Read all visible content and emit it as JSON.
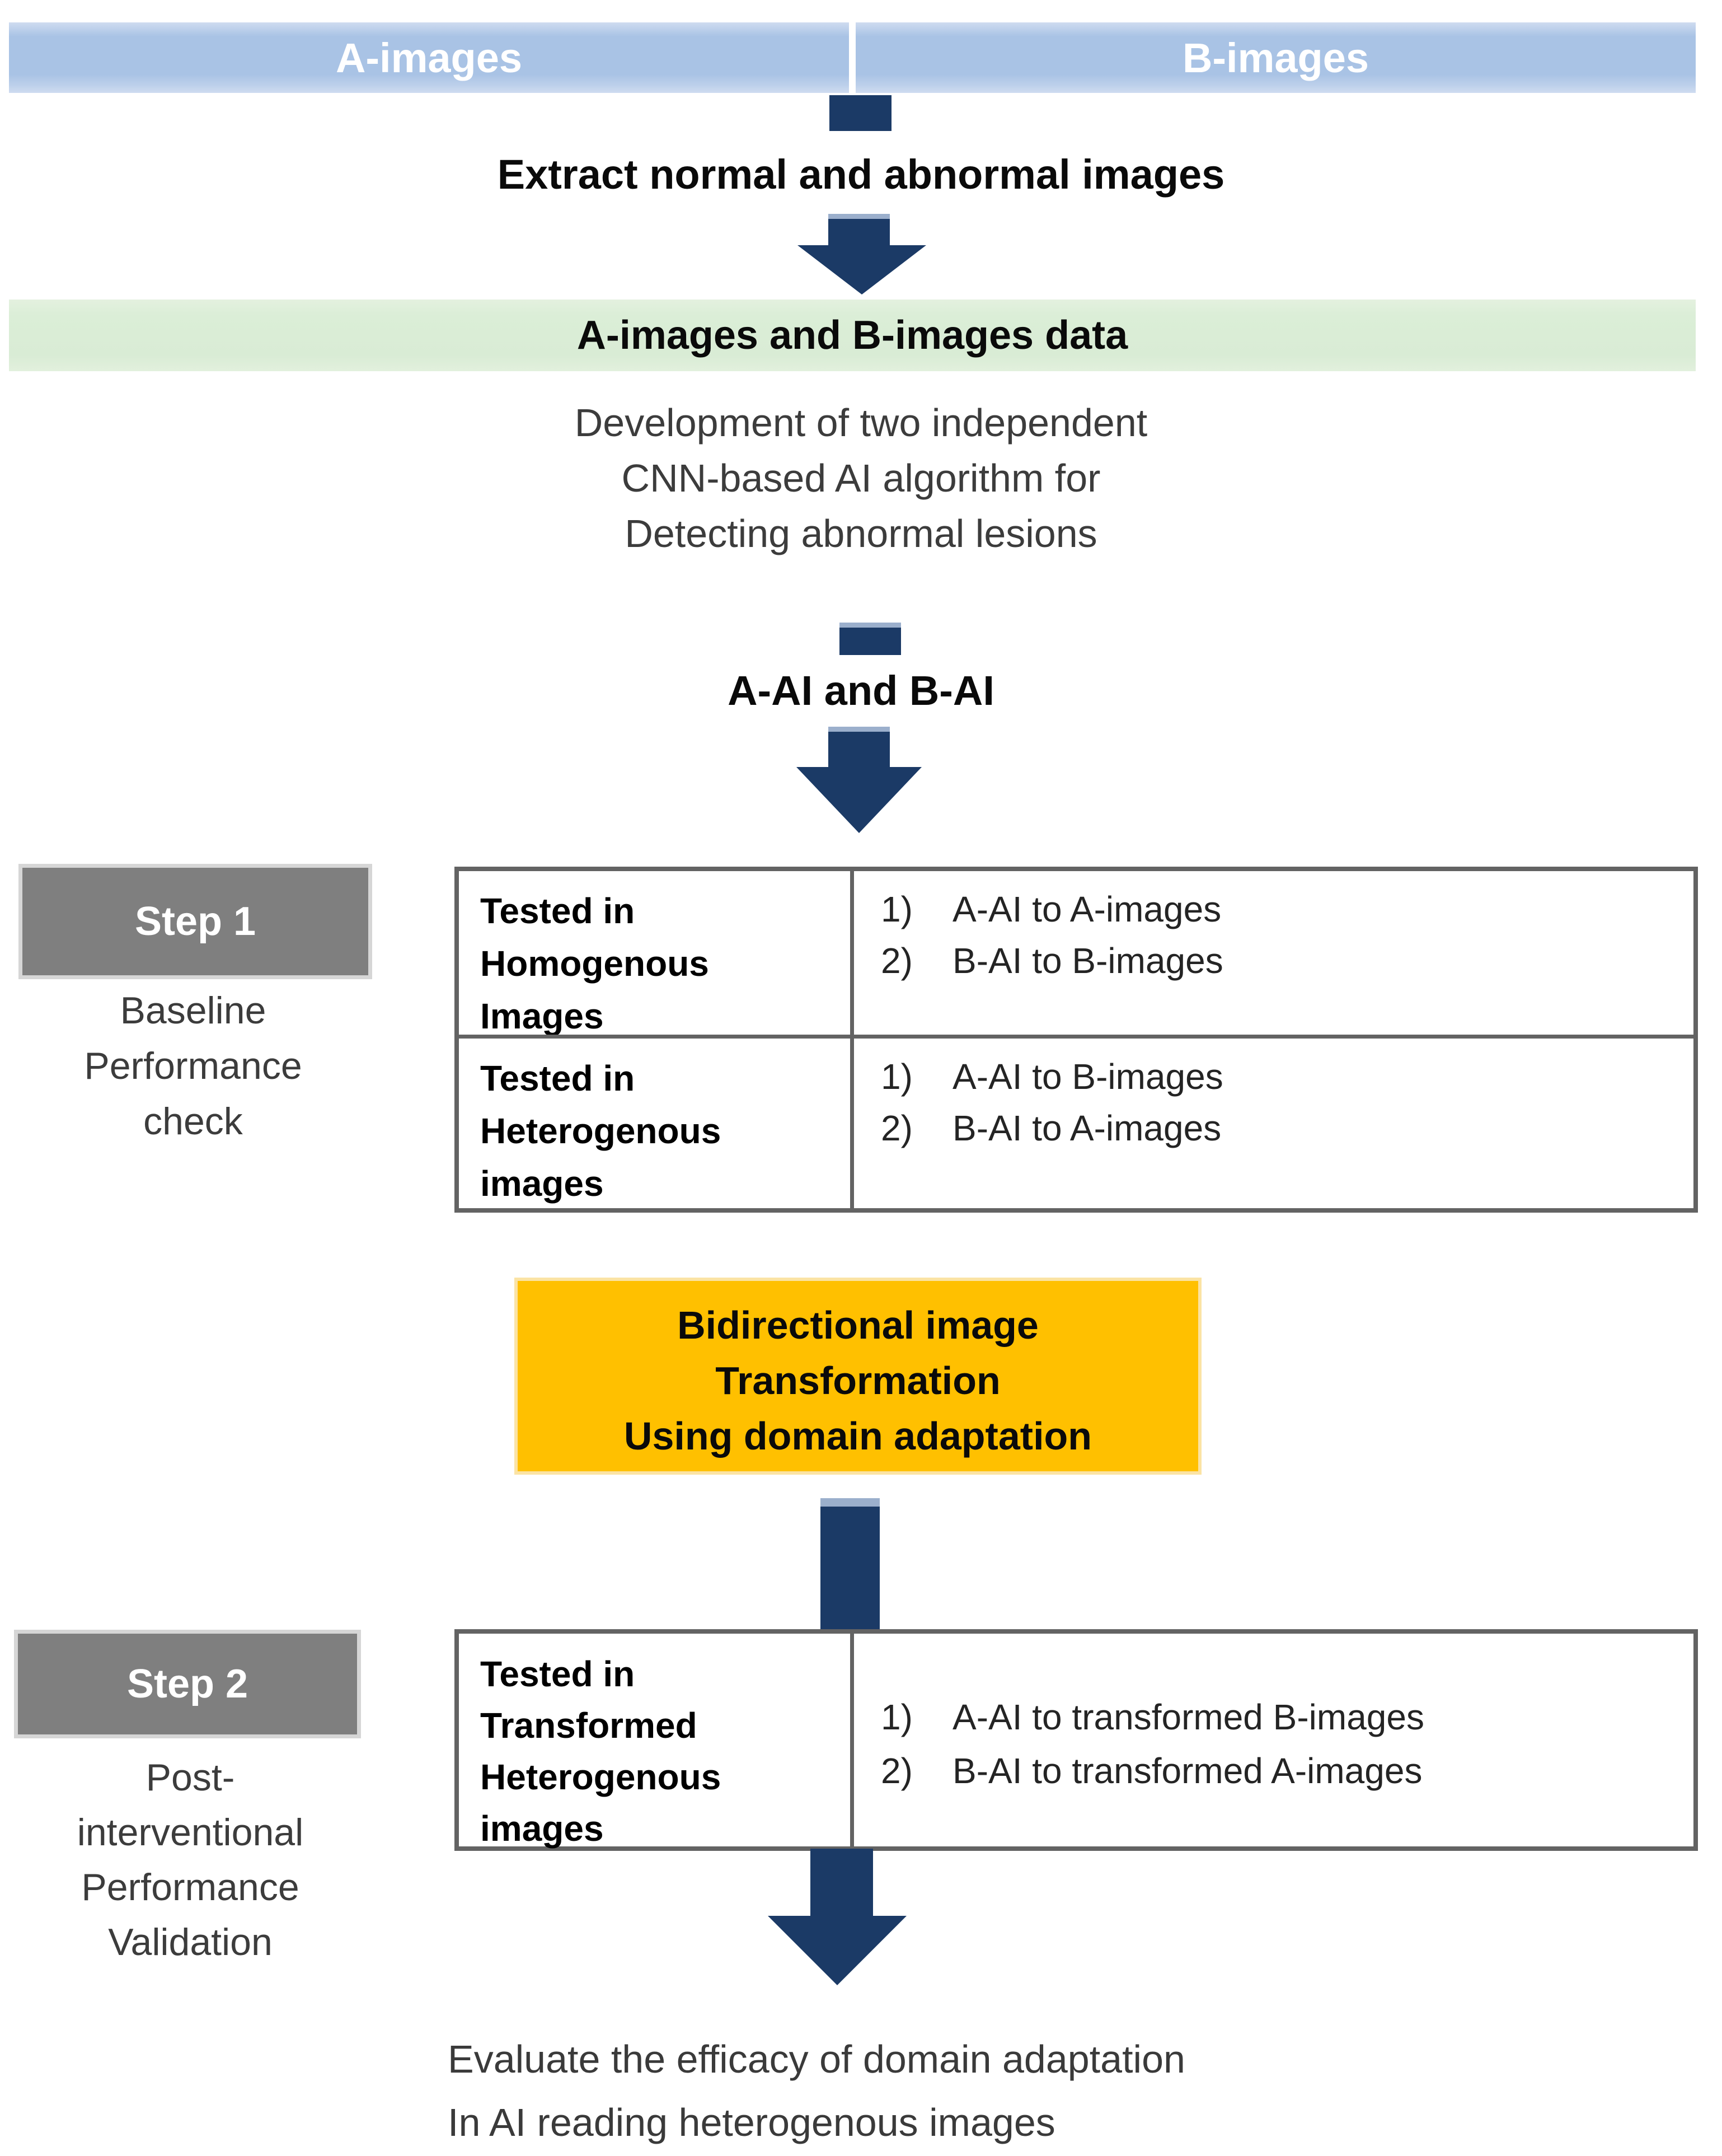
{
  "colors": {
    "navy_arrow": "#1b3a66",
    "arrow_cap": "#9bafcc",
    "header_blue": "#a9c3e5",
    "header_blue_light": "#cfdcf0",
    "data_green": "#dbeed7",
    "data_green_light": "#e4f1df",
    "transform_orange": "#ffc000",
    "step_gray": "#7f7f7f",
    "table_border": "#636363",
    "text_dark": "#111111",
    "text_gray": "#3c3c3c"
  },
  "header_bar": {
    "cells": [
      {
        "label": "A-images"
      },
      {
        "label": "B-images"
      }
    ]
  },
  "flow": {
    "extract_label": "Extract normal and abnormal images",
    "data_bar_label": "A-images and B-images data",
    "development_lines": [
      "Development of two independent",
      "CNN-based AI algorithm for",
      "Detecting abnormal lesions"
    ],
    "ai_label": "A-AI and B-AI",
    "transform_lines": [
      "Bidirectional image",
      "Transformation",
      "Using domain adaptation"
    ],
    "conclusion_lines": [
      "Evaluate the efficacy of domain adaptation",
      "In AI reading heterogenous images"
    ]
  },
  "step1": {
    "badge_label": "Step 1",
    "caption_lines": [
      "Baseline",
      "Performance",
      "check"
    ],
    "table": {
      "rows": [
        {
          "header_lines": [
            "Tested in",
            "Homogenous",
            "Images"
          ],
          "items": [
            {
              "num": "1)",
              "text": "A-AI to A-images"
            },
            {
              "num": "2)",
              "text": "B-AI to B-images"
            }
          ]
        },
        {
          "header_lines": [
            "Tested in",
            "Heterogenous",
            "images"
          ],
          "items": [
            {
              "num": "1)",
              "text": "A-AI to B-images"
            },
            {
              "num": "2)",
              "text": "B-AI to A-images"
            }
          ]
        }
      ]
    }
  },
  "step2": {
    "badge_label": "Step 2",
    "caption_lines": [
      "Post-",
      "interventional",
      "Performance",
      "Validation"
    ],
    "table": {
      "rows": [
        {
          "header_lines": [
            "Tested in",
            "Transformed",
            "Heterogenous",
            "images"
          ],
          "items": [
            {
              "num": "1)",
              "text": "A-AI to transformed B-images"
            },
            {
              "num": "2)",
              "text": "B-AI to transformed A-images"
            }
          ]
        }
      ]
    }
  }
}
